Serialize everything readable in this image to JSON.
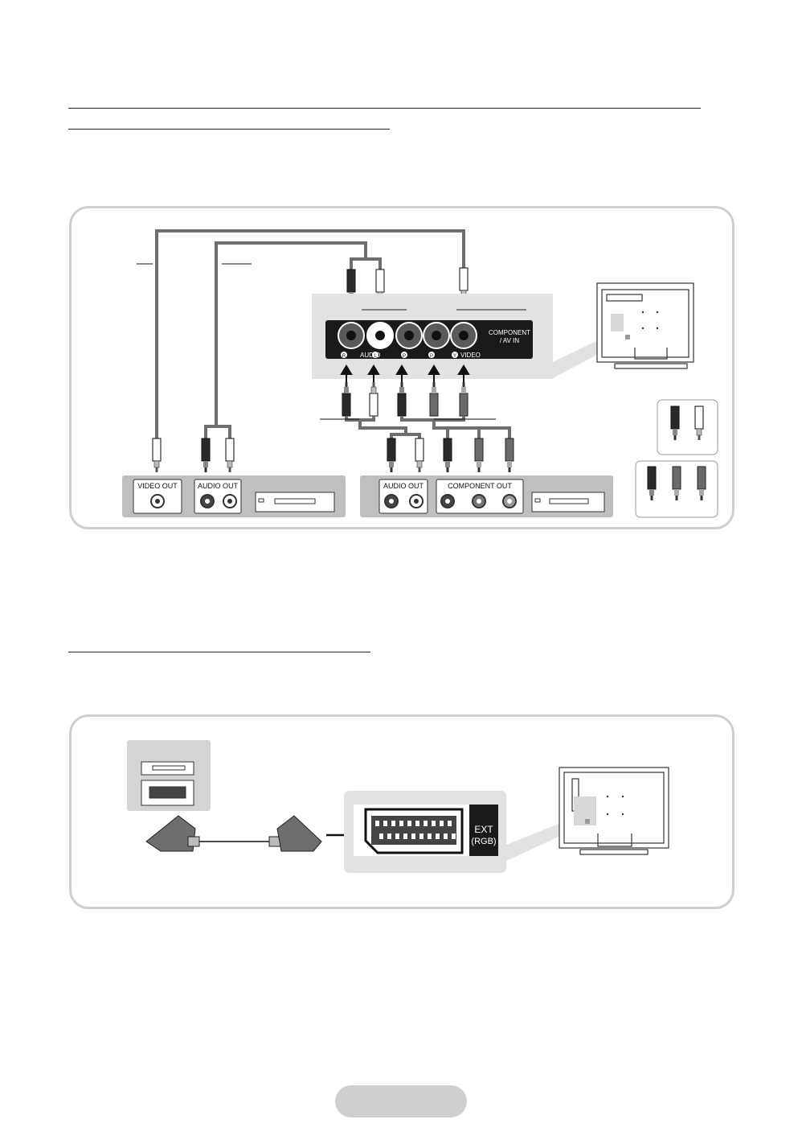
{
  "component": {
    "video_out": "VIDEO OUT",
    "audio_out": "AUDIO OUT",
    "component_out": "COMPONENT OUT",
    "audio_out_2": "AUDIO OUT",
    "panel_title_1": "COMPONENT",
    "panel_title_2": "/ AV IN",
    "jack_r": "R",
    "jack_l": "L",
    "jack_audio": "AUDIO",
    "jack_pb": "P",
    "jack_pr": "P",
    "jack_y": "Y",
    "jack_video": "VIDEO"
  },
  "scart": {
    "ext_1": "EXT",
    "ext_2": "(RGB)"
  },
  "colors": {
    "panel_border": "#cfcfcf",
    "panel_fill": "#e2e2e2",
    "jack_panel": "#1a1a1a",
    "cable": "#6e6e6e"
  }
}
